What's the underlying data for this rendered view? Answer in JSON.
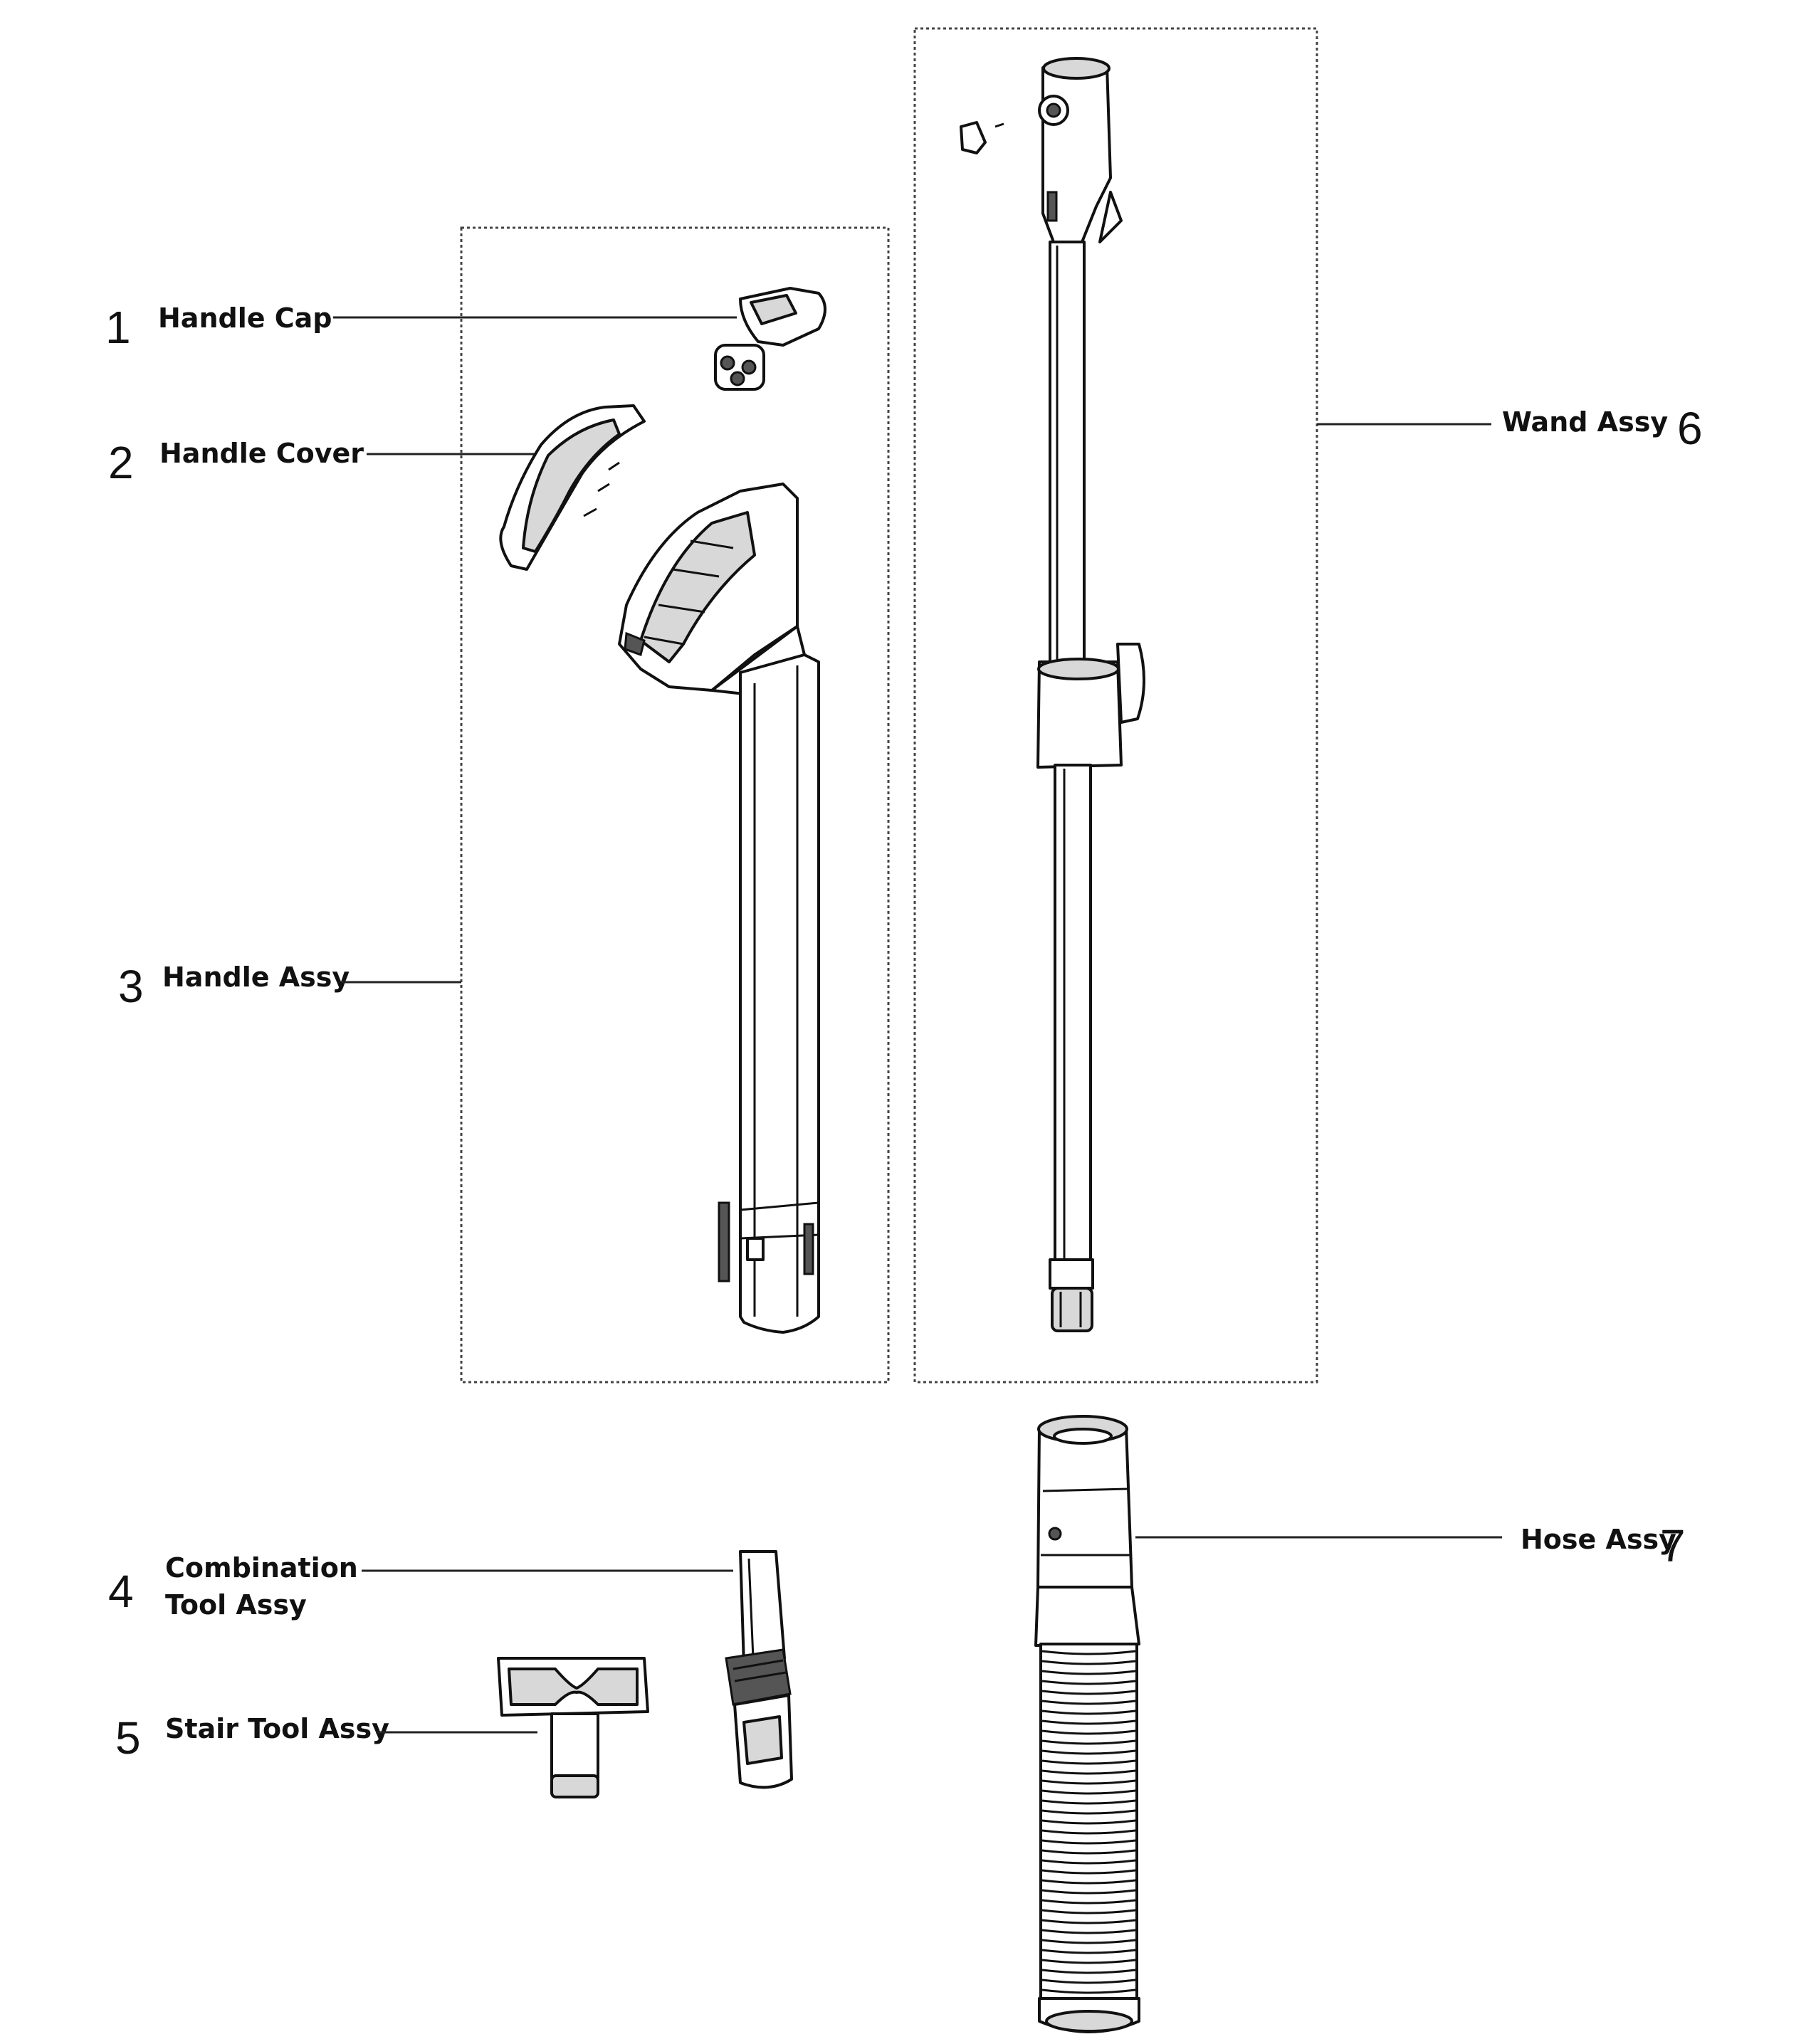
{
  "parts": [
    {
      "id": "1",
      "number": "1",
      "label": "Handle Cap"
    },
    {
      "id": "2",
      "number": "2",
      "label": "Handle Cover"
    },
    {
      "id": "3",
      "number": "3",
      "label": "Handle Assy"
    },
    {
      "id": "4",
      "number": "4",
      "label_line1": "Combination",
      "label_line2": "Tool Assy"
    },
    {
      "id": "5",
      "number": "5",
      "label": "Stair Tool Assy"
    },
    {
      "id": "6",
      "number": "6",
      "label": "Wand Assy"
    },
    {
      "id": "7",
      "number": "7",
      "label": "Hose Assy"
    }
  ]
}
